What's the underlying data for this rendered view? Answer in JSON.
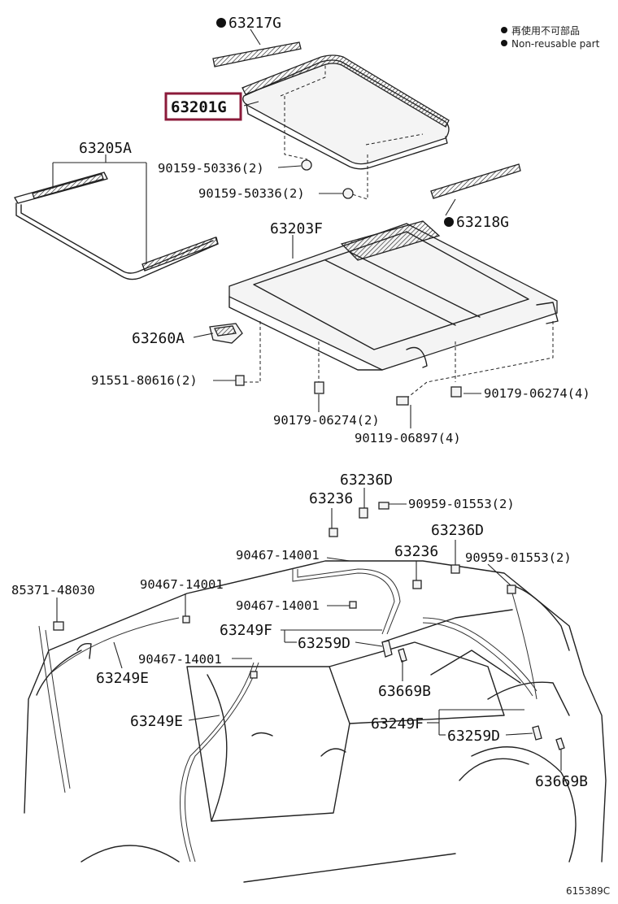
{
  "legend": {
    "dot_symbol": "●",
    "zh": "再使用不可部品",
    "en": "Non-reusable part",
    "color": "#222222"
  },
  "highlight_color": "#8b1a3a",
  "labels": {
    "p63217G": "63217G",
    "p63201G": "63201G",
    "p63205A": "63205A",
    "p90159a": "90159-50336(2)",
    "p90159b": "90159-50336(2)",
    "p63218G": "63218G",
    "p63203F": "63203F",
    "p63260A": "63260A",
    "p91551": "91551-80616(2)",
    "p90179a": "90179-06274(4)",
    "p90179b": "90179-06274(2)",
    "p90119": "90119-06897(4)",
    "p63236D_a": "63236D",
    "p63236_a": "63236",
    "p90959a": "90959-01553(2)",
    "p63236D_b": "63236D",
    "p90467a": "90467-14001",
    "p63236_b": "63236",
    "p90959b": "90959-01553(2)",
    "p85371": "85371-48030",
    "p90467b": "90467-14001",
    "p90467c": "90467-14001",
    "p63249F_a": "63249F",
    "p63259D_a": "63259D",
    "p90467d": "90467-14001",
    "p63249E_a": "63249E",
    "p63669B_a": "63669B",
    "p63249E_b": "63249E",
    "p63249F_b": "63249F",
    "p63259D_b": "63259D",
    "p63669B_b": "63669B"
  },
  "footer_code": "615389C"
}
